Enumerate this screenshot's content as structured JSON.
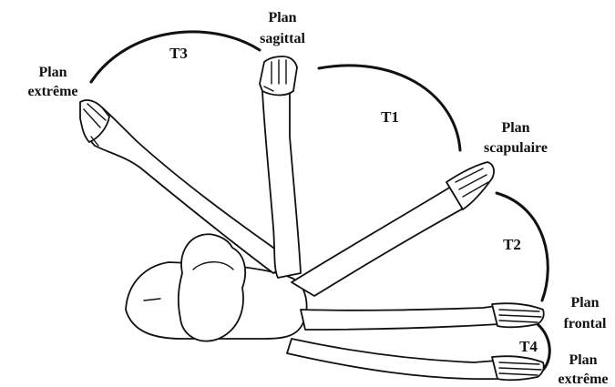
{
  "labels": {
    "plan_extreme_top": [
      "Plan",
      "extrême"
    ],
    "plan_sagittal": [
      "Plan",
      "sagittal"
    ],
    "plan_scapulaire": [
      "Plan",
      "scapulaire"
    ],
    "plan_frontal": [
      "Plan",
      "frontal"
    ],
    "plan_extreme_bottom": [
      "Plan",
      "extrême"
    ]
  },
  "arcs": {
    "t3": "T3",
    "t1": "T1",
    "t2": "T2",
    "t4": "T4"
  },
  "colors": {
    "ink": "#111111",
    "background": "#ffffff"
  }
}
